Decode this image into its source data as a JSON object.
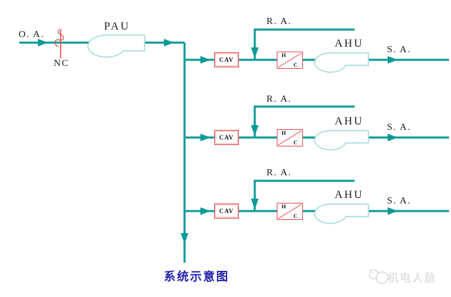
{
  "caption": "系统示意图",
  "labels": {
    "outside_air": "O. A.",
    "valve_state": "NC",
    "primary_unit": "PAU"
  },
  "branches": [
    {
      "return_air": "R. A.",
      "cav": "CAV",
      "coil_h": "H",
      "coil_c": "C",
      "unit": "AHU",
      "supply_air": "S. A."
    },
    {
      "return_air": "R. A.",
      "cav": "CAV",
      "coil_h": "H",
      "coil_c": "C",
      "unit": "AHU",
      "supply_air": "S. A."
    },
    {
      "return_air": "R. A.",
      "cav": "CAV",
      "coil_h": "H",
      "coil_c": "C",
      "unit": "AHU",
      "supply_air": "S. A."
    }
  ],
  "watermark": {
    "text": "机电人脉"
  },
  "icons": {
    "fan": "fan-scroll-symbol",
    "valve": "spring-valve-symbol",
    "arrow": "flow-direction-triangle",
    "watermark_logo": "two-circles-logo"
  },
  "colors": {
    "pipe_teal": "#0e9999",
    "fan_outline_teal": "#9edada",
    "box_red": "#e14f4f",
    "coil_diagonal_red": "#ea6a6a",
    "caption_blue": "#2424aa",
    "label_black": "#1c1c1c",
    "watermark_gray": "#e2e2e2"
  }
}
